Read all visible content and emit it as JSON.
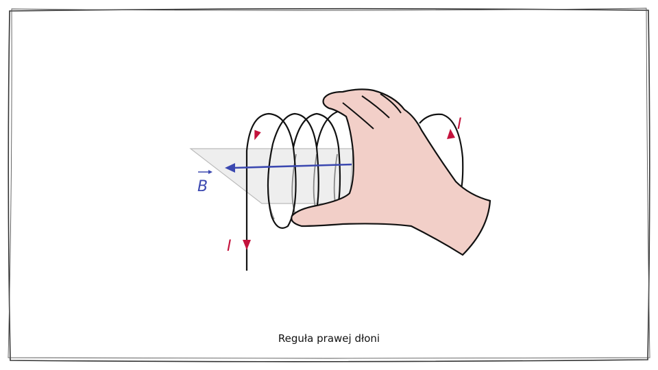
{
  "caption": "Reguła prawej dłoni",
  "labels": {
    "magnetic_field": "B",
    "current_left": "I",
    "current_right": "I"
  },
  "colors": {
    "field_arrow": "#3b48b0",
    "current_arrow": "#c4123c",
    "hand_fill": "#f2cfc8",
    "plane_fill": "#eeeeee",
    "wire": "#111111"
  }
}
